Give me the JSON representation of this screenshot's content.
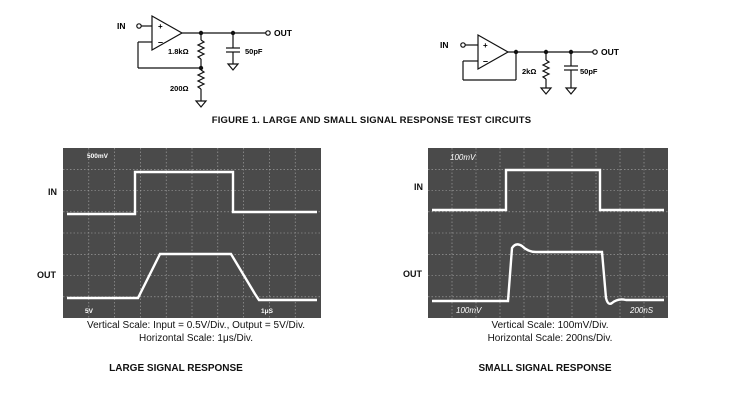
{
  "figure_title": "FIGURE 1.  LARGE AND SMALL SIGNAL RESPONSE TEST CIRCUITS",
  "circuit_large": {
    "in_label": "IN",
    "out_label": "OUT",
    "rf": "1.8kΩ",
    "rg": "200Ω",
    "cl": "50pF",
    "plus": "+",
    "minus": "–"
  },
  "circuit_small": {
    "in_label": "IN",
    "out_label": "OUT",
    "rl": "2kΩ",
    "cl": "50pF",
    "plus": "+",
    "minus": "–"
  },
  "scope_large": {
    "in_label": "IN",
    "out_label": "OUT",
    "overlay_top_left": "500mV",
    "overlay_bottom_left": "5V",
    "overlay_bottom_right": "1μS",
    "caption_line1": "Vertical Scale: Input = 0.5V/Div., Output = 5V/Div.",
    "caption_line2": "Horizontal Scale: 1μs/Div.",
    "title": "LARGE SIGNAL RESPONSE"
  },
  "scope_small": {
    "in_label": "IN",
    "out_label": "OUT",
    "overlay_top_left": "100mV",
    "overlay_bottom_left": "100mV",
    "overlay_bottom_right": "200nS",
    "caption_line1": "Vertical Scale: 100mV/Div.",
    "caption_line2": "Horizontal Scale: 200ns/Div.",
    "title": "SMALL SIGNAL RESPONSE"
  },
  "colors": {
    "ink": "#111111",
    "screen": "#4a4a4a",
    "grid": "#a9a9a9",
    "trace": "#ffffff"
  }
}
